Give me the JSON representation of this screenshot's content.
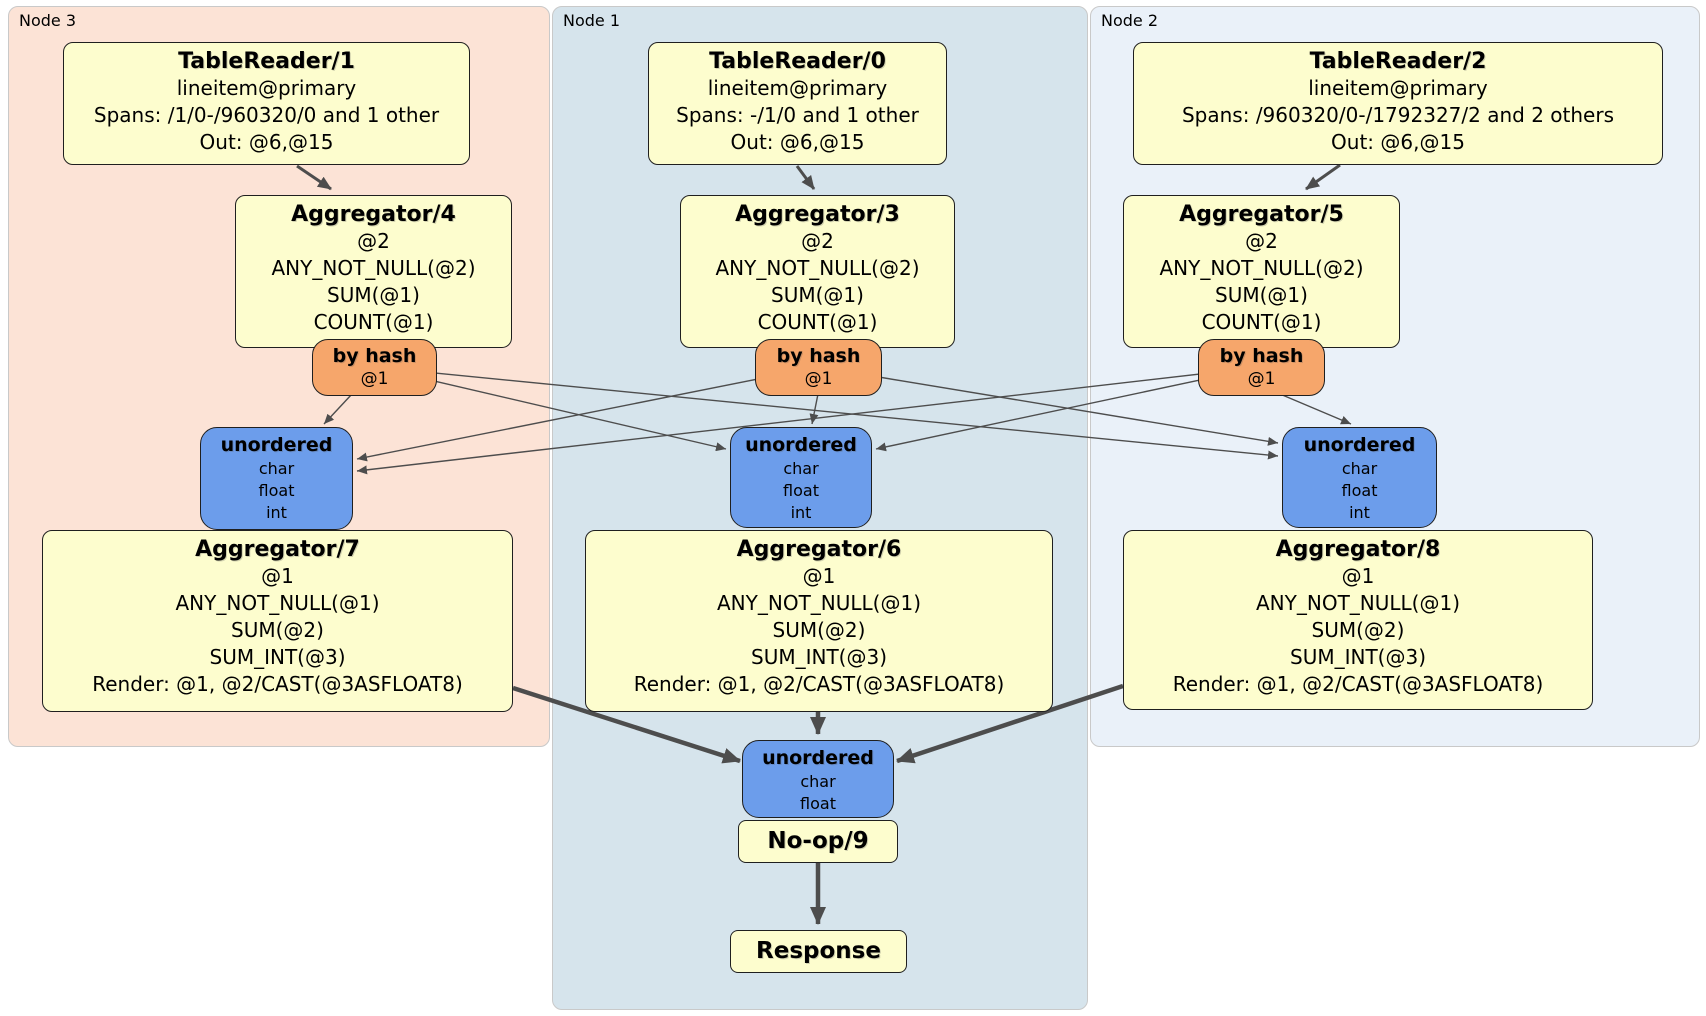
{
  "regions": {
    "node3": {
      "label": "Node 3",
      "background": "#FCE3D6"
    },
    "node1": {
      "label": "Node 1",
      "background": "#D6E4EC"
    },
    "node2": {
      "label": "Node 2",
      "background": "#EAF1F9"
    }
  },
  "nodes": {
    "tr1": {
      "title": "TableReader/1",
      "lines": [
        "lineitem@primary",
        "Spans: /1/0-/960320/0 and 1 other",
        "Out: @6,@15"
      ]
    },
    "tr0": {
      "title": "TableReader/0",
      "lines": [
        "lineitem@primary",
        "Spans: -/1/0 and 1 other",
        "Out: @6,@15"
      ]
    },
    "tr2": {
      "title": "TableReader/2",
      "lines": [
        "lineitem@primary",
        "Spans: /960320/0-/1792327/2 and 2 others",
        "Out: @6,@15"
      ]
    },
    "agg4": {
      "title": "Aggregator/4",
      "lines": [
        "@2",
        "ANY_NOT_NULL(@2)",
        "SUM(@1)",
        "COUNT(@1)"
      ]
    },
    "agg3": {
      "title": "Aggregator/3",
      "lines": [
        "@2",
        "ANY_NOT_NULL(@2)",
        "SUM(@1)",
        "COUNT(@1)"
      ]
    },
    "agg5": {
      "title": "Aggregator/5",
      "lines": [
        "@2",
        "ANY_NOT_NULL(@2)",
        "SUM(@1)",
        "COUNT(@1)"
      ]
    },
    "router4": {
      "title": "by hash",
      "detail": "@1"
    },
    "router3": {
      "title": "by hash",
      "detail": "@1"
    },
    "router5": {
      "title": "by hash",
      "detail": "@1"
    },
    "sync7": {
      "title": "unordered",
      "lines": [
        "char",
        "float",
        "int"
      ]
    },
    "sync6": {
      "title": "unordered",
      "lines": [
        "char",
        "float",
        "int"
      ]
    },
    "sync8": {
      "title": "unordered",
      "lines": [
        "char",
        "float",
        "int"
      ]
    },
    "agg7": {
      "title": "Aggregator/7",
      "lines": [
        "@1",
        "ANY_NOT_NULL(@1)",
        "SUM(@2)",
        "SUM_INT(@3)",
        "Render: @1, @2/CAST(@3ASFLOAT8)"
      ]
    },
    "agg6": {
      "title": "Aggregator/6",
      "lines": [
        "@1",
        "ANY_NOT_NULL(@1)",
        "SUM(@2)",
        "SUM_INT(@3)",
        "Render: @1, @2/CAST(@3ASFLOAT8)"
      ]
    },
    "agg8": {
      "title": "Aggregator/8",
      "lines": [
        "@1",
        "ANY_NOT_NULL(@1)",
        "SUM(@2)",
        "SUM_INT(@3)",
        "Render: @1, @2/CAST(@3ASFLOAT8)"
      ]
    },
    "sync9": {
      "title": "unordered",
      "lines": [
        "char",
        "float"
      ]
    },
    "noop": {
      "title": "No-op/9"
    },
    "response": {
      "title": "Response"
    }
  },
  "edges": [
    {
      "from": "tr1",
      "to": "agg4"
    },
    {
      "from": "tr0",
      "to": "agg3"
    },
    {
      "from": "tr2",
      "to": "agg5"
    },
    {
      "from": "router4",
      "to": "sync7"
    },
    {
      "from": "router4",
      "to": "sync6"
    },
    {
      "from": "router4",
      "to": "sync8"
    },
    {
      "from": "router3",
      "to": "sync7"
    },
    {
      "from": "router3",
      "to": "sync6"
    },
    {
      "from": "router3",
      "to": "sync8"
    },
    {
      "from": "router5",
      "to": "sync7"
    },
    {
      "from": "router5",
      "to": "sync6"
    },
    {
      "from": "router5",
      "to": "sync8"
    },
    {
      "from": "agg7",
      "to": "sync9"
    },
    {
      "from": "agg6",
      "to": "sync9"
    },
    {
      "from": "agg8",
      "to": "sync9"
    },
    {
      "from": "noop",
      "to": "response"
    }
  ],
  "colors": {
    "processor_fill": "#FDFDCE",
    "router_fill": "#F6A66B",
    "sync_fill": "#6C9DEB",
    "node3_bg": "#FCE3D6",
    "node1_bg": "#D6E4EC",
    "node2_bg": "#EAF1F9",
    "edge": "#4d4d4d",
    "border": "#1f1f1f"
  }
}
